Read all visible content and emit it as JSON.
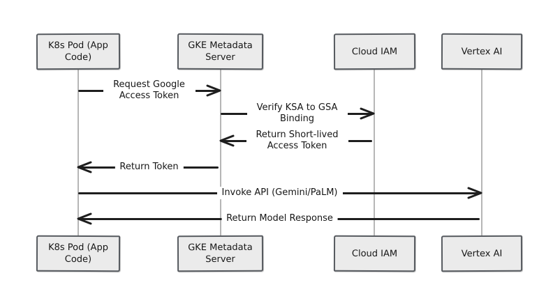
{
  "diagram": {
    "type": "sequence-diagram",
    "style": "hand-drawn",
    "actors": [
      {
        "id": "k8s-pod",
        "label": "K8s Pod (App Code)"
      },
      {
        "id": "gke-metadata-server",
        "label": "GKE Metadata Server"
      },
      {
        "id": "cloud-iam",
        "label": "Cloud IAM"
      },
      {
        "id": "vertex-ai",
        "label": "Vertex AI"
      }
    ],
    "messages": [
      {
        "label": "Request Google Access Token",
        "from": "K8s Pod (App Code)",
        "to": "GKE Metadata Server",
        "direction": "right"
      },
      {
        "label": "Verify KSA to GSA Binding",
        "from": "GKE Metadata Server",
        "to": "Cloud IAM",
        "direction": "right"
      },
      {
        "label": "Return Short-lived Access Token",
        "from": "Cloud IAM",
        "to": "GKE Metadata Server",
        "direction": "left"
      },
      {
        "label": "Return Token",
        "from": "GKE Metadata Server",
        "to": "K8s Pod (App Code)",
        "direction": "left"
      },
      {
        "label": "Invoke API (Gemini/PaLM)",
        "from": "K8s Pod (App Code)",
        "to": "Vertex AI",
        "direction": "right"
      },
      {
        "label": "Return Model Response",
        "from": "Vertex AI",
        "to": "K8s Pod (App Code)",
        "direction": "left"
      }
    ],
    "colors": {
      "background": "#ffffff",
      "box_fill": "#ebebeb",
      "box_border": "#565a5f",
      "arrow": "#1e1e1e",
      "lifeline": "#b6b6b6",
      "text": "#161616"
    }
  }
}
